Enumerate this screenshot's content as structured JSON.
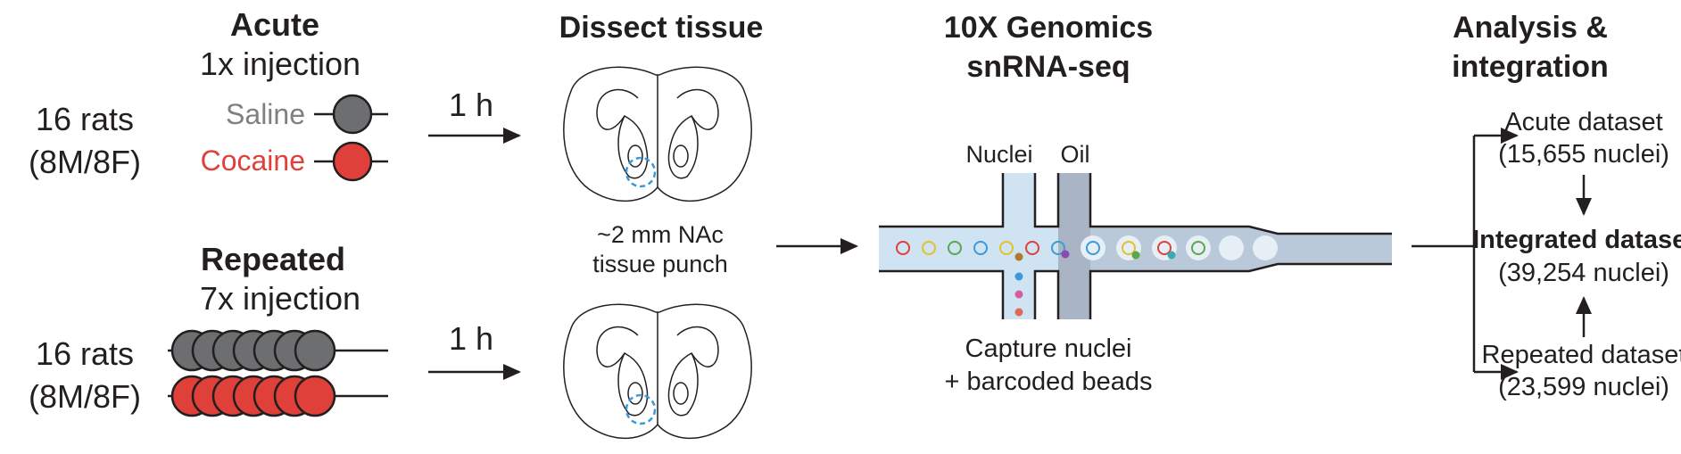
{
  "acute": {
    "title": "Acute",
    "subtitle": "1x injection",
    "rats": "16 rats",
    "sex": "(8M/8F)",
    "saline_label": "Saline",
    "cocaine_label": "Cocaine",
    "injections": 1
  },
  "repeated": {
    "title": "Repeated",
    "subtitle": "7x injection",
    "rats": "16 rats",
    "sex": "(8M/8F)",
    "injections": 7
  },
  "timing": {
    "top": "1 h",
    "bottom": "1 h"
  },
  "dissect": {
    "title": "Dissect tissue",
    "punch_line1": "~2 mm NAc",
    "punch_line2": "tissue punch"
  },
  "genomics": {
    "title_line1": "10X Genomics",
    "title_line2": "snRNA-seq",
    "nuclei_label": "Nuclei",
    "oil_label": "Oil",
    "caption_line1": "Capture nuclei",
    "caption_line2": "+ barcoded beads"
  },
  "analysis": {
    "title_line1": "Analysis &",
    "title_line2": "integration",
    "acute_dataset": "Acute dataset",
    "acute_count": "(15,655 nuclei)",
    "integrated_dataset": "Integrated dataset",
    "integrated_count": "(39,254 nuclei)",
    "repeated_dataset": "Repeated dataset",
    "repeated_count": "(23,599 nuclei)"
  },
  "colors": {
    "saline": "#6d6e70",
    "cocaine": "#e0403a",
    "punch": "#3a9ad9",
    "channel": "#cfe3f2",
    "oil": "#a9b4c4",
    "text": "#231f20"
  }
}
